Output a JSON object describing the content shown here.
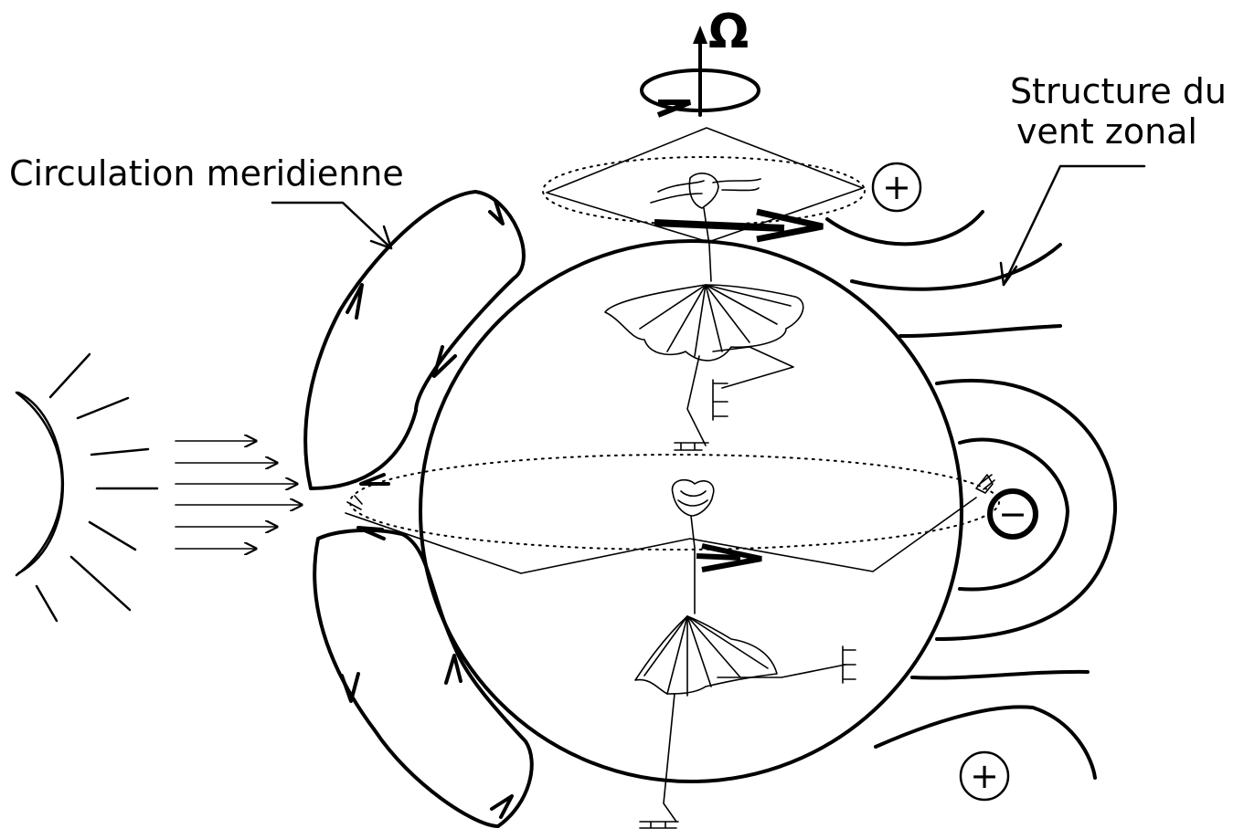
{
  "labels": {
    "circulation": "Circulation meridienne",
    "structure_line1": "Structure du",
    "structure_line2": "vent zonal",
    "omega": "Ω",
    "plus_top": "+",
    "plus_bottom": "+",
    "minus": "−"
  },
  "icons": {
    "sun": "sun-icon",
    "rotation": "rotation-arrow-icon",
    "skater_top": "figure-skater-icon",
    "skater_middle": "figure-skater-icon",
    "skater_bottom": "figure-skater-icon"
  },
  "colors": {
    "ink": "#000000",
    "background": "#ffffff"
  }
}
